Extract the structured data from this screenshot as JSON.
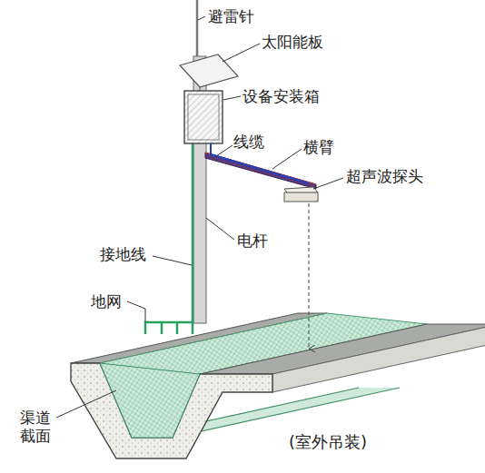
{
  "diagram": {
    "caption": "(室外吊装)",
    "labels": [
      "避雷针",
      "太阳能板",
      "设备安装箱",
      "线缆",
      "横臂",
      "超声波探头",
      "电杆",
      "接地线",
      "地网",
      "渠道 截面"
    ]
  }
}
